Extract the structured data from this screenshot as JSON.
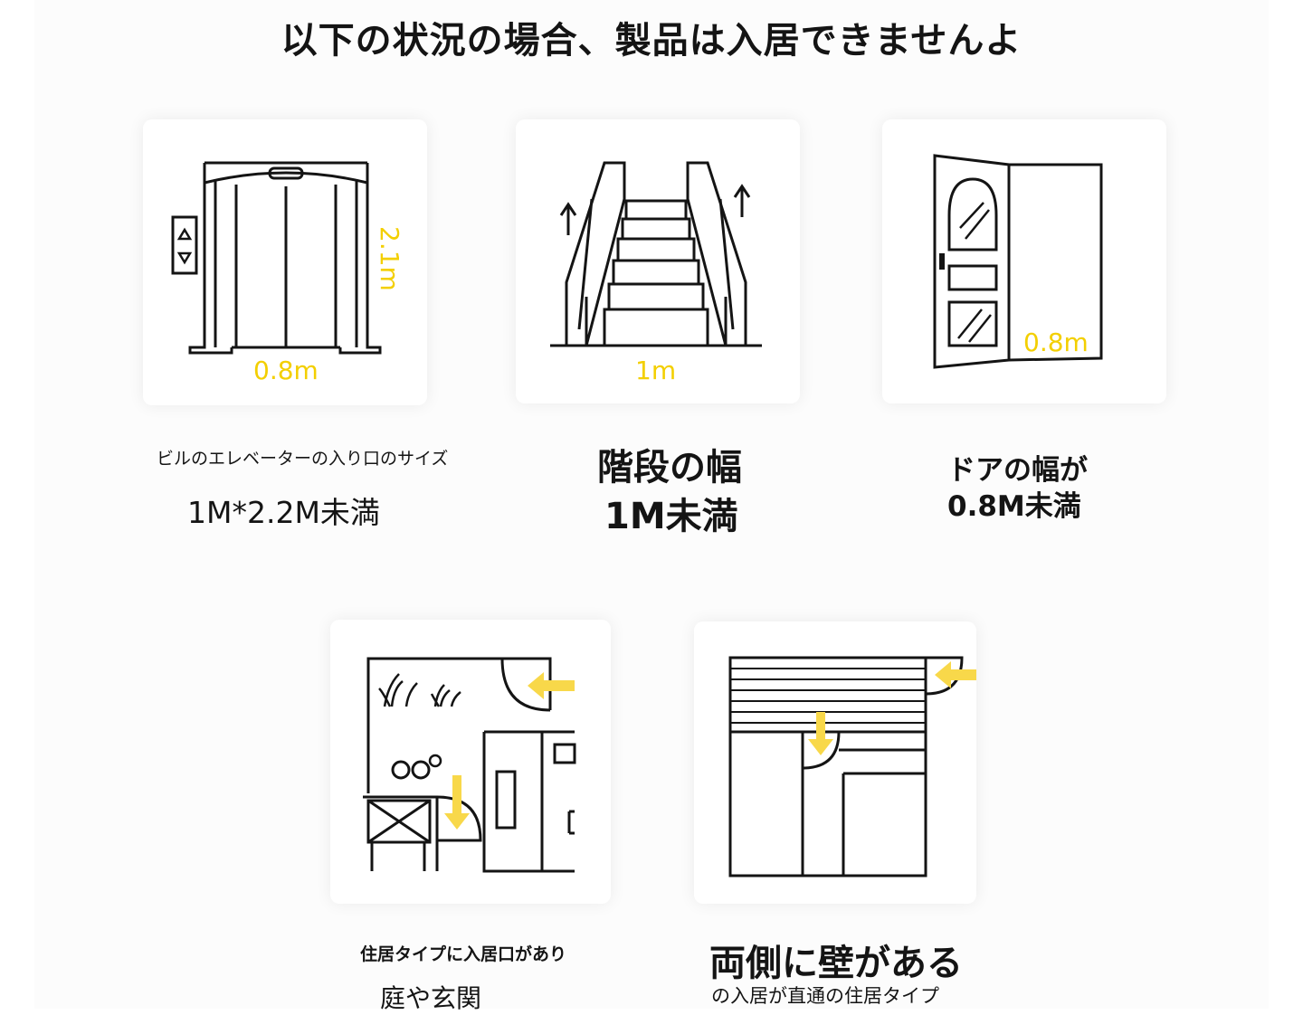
{
  "title": "以下の状況の場合、製品は入居できませんよ",
  "colors": {
    "accent": "#f3cf00",
    "arrow": "#f8d84a",
    "line": "#141414"
  },
  "cards": [
    {
      "icon": "elevator-icon",
      "dims": {
        "width": "0.8m",
        "height": "2.1m"
      },
      "caption": {
        "line1": "ビルのエレベーターの入り口のサイズ",
        "line2": "1M*2.2M未満"
      }
    },
    {
      "icon": "staircase-icon",
      "dims": {
        "width": "1m"
      },
      "caption": {
        "line1": "階段の幅",
        "line2": "1M未満"
      }
    },
    {
      "icon": "door-icon",
      "dims": {
        "width": "0.8m"
      },
      "caption": {
        "line1": "ドアの幅が",
        "line2": "0.8M未満"
      }
    },
    {
      "icon": "garden-entrance-floorplan-icon",
      "caption": {
        "line1": "住居タイプに入居口があり",
        "line2": "庭や玄関"
      }
    },
    {
      "icon": "walled-corridor-floorplan-icon",
      "caption": {
        "line1": "両側に壁がある",
        "line2": "の入居が直通の住居タイプ"
      }
    }
  ]
}
